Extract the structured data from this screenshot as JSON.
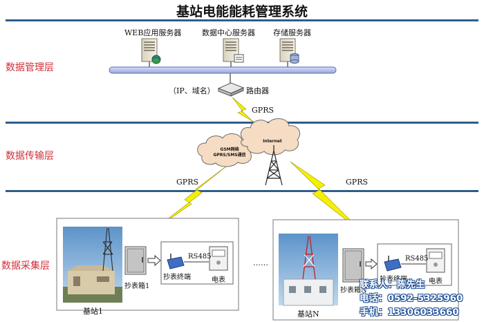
{
  "title": "基站电能能耗管理系统",
  "layers": {
    "management": "数据管理层",
    "transport": "数据传输层",
    "collection": "数据采集层"
  },
  "servers": {
    "web": "WEB应用服务器",
    "datacenter": "数据中心服务器",
    "storage": "存储服务器"
  },
  "router": {
    "note": "（IP、域名）",
    "label": "路由器"
  },
  "links": {
    "top": "GPRS",
    "left": "GPRS",
    "right": "GPRS"
  },
  "clouds": {
    "gsm_line1": "GSM网络",
    "gsm_line2": "GPRS/SMS通信",
    "internet": "Internet"
  },
  "site1": {
    "box_label": "抄表箱1",
    "terminal_label": "抄表终端",
    "meter_label": "电表",
    "rs485": "RS485",
    "station_label": "基站1"
  },
  "ellipsis": "……",
  "siteN": {
    "box_label": "抄表箱N",
    "terminal_label": "抄表终端",
    "meter_label": "电表",
    "rs485": "RS485",
    "station_label": "基站N"
  },
  "contact": {
    "person": "联系人：陈先生",
    "phone": "电话：0592-5325960",
    "mobile": "手机：13306033660"
  },
  "colors": {
    "layer_text": "#d0303a",
    "divider": "#2f5d8a",
    "bus": "#b9c4ee",
    "lightning": "#f5f000",
    "cloud": "#f6dcc2",
    "contact_outline": "#1a4c94"
  }
}
